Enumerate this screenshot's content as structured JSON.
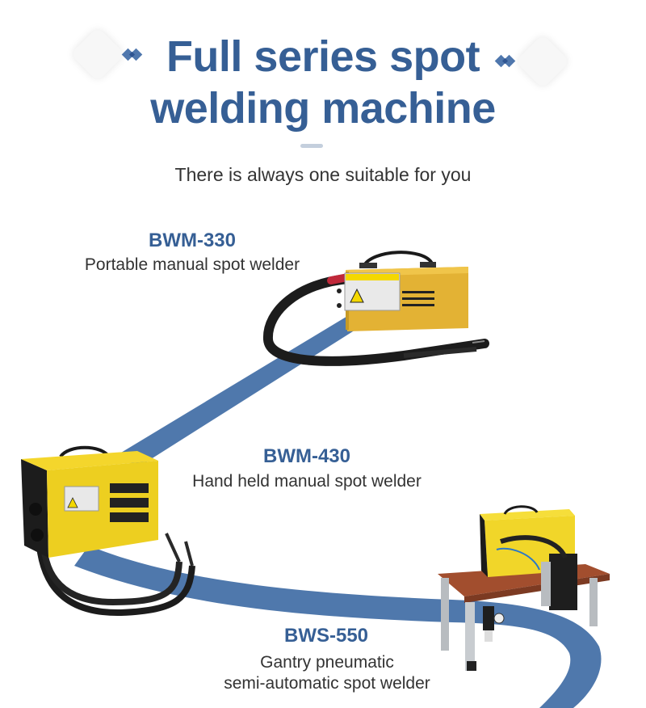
{
  "header": {
    "title_line1": "Full series spot",
    "title_line2": "welding machine",
    "subtitle": "There is always one suitable for you"
  },
  "colors": {
    "accent": "#365f95",
    "band": "#4f78ac",
    "text": "#333333"
  },
  "products": [
    {
      "model": "BWM-330",
      "description_lines": [
        "Portable manual spot welder"
      ],
      "image": "portable-spot-welder-image",
      "label_text": "WARNING"
    },
    {
      "model": "BWM-430",
      "description_lines": [
        "Hand held manual spot welder"
      ],
      "image": "handheld-spot-welder-image",
      "label_text": "WARNING"
    },
    {
      "model": "BWS-550",
      "description_lines": [
        "Gantry pneumatic",
        "semi-automatic spot welder"
      ],
      "image": "gantry-spot-welder-image"
    }
  ]
}
